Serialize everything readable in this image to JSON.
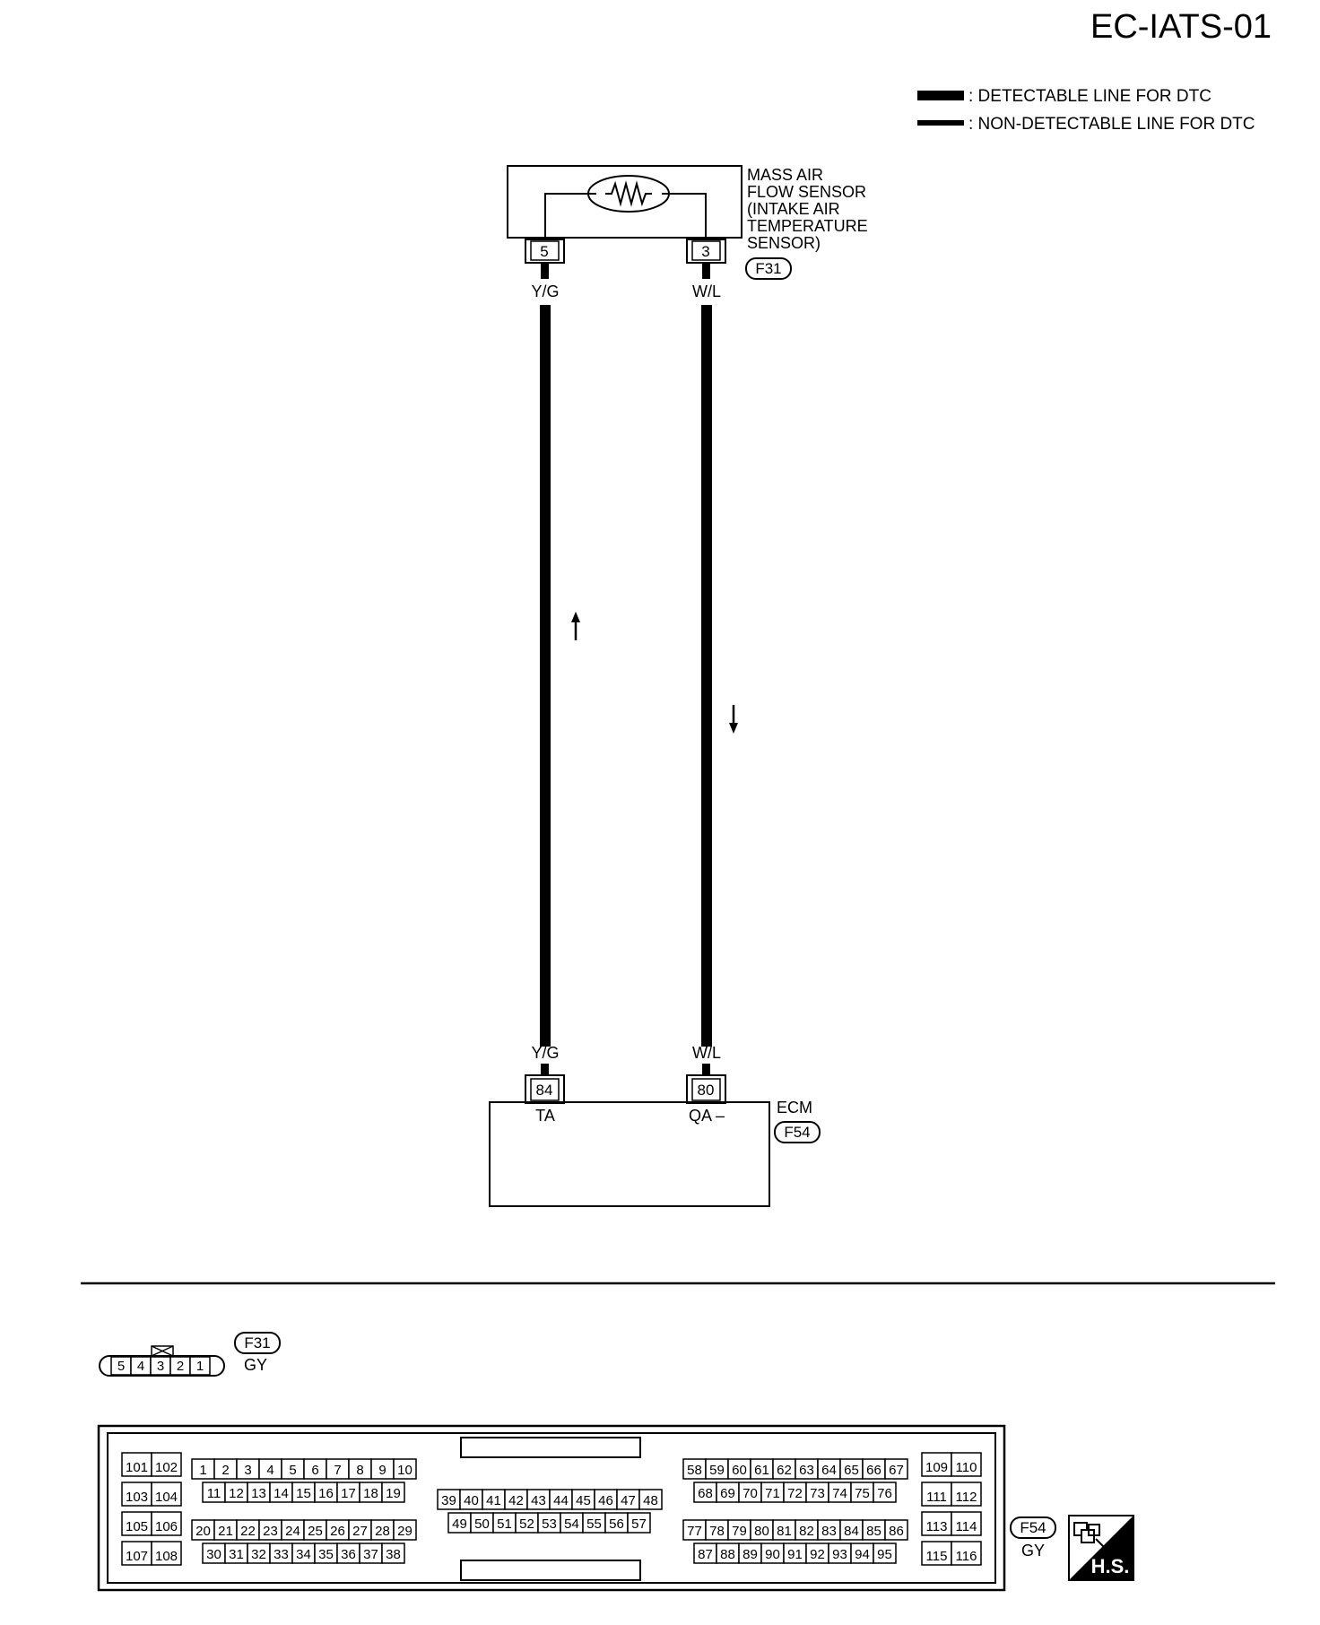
{
  "page_code": "EC-IATS-01",
  "legend": {
    "detectable": ": DETECTABLE LINE FOR DTC",
    "non_detectable": ": NON-DETECTABLE LINE FOR DTC"
  },
  "sensor": {
    "name_lines": [
      "MASS AIR",
      "FLOW SENSOR",
      "(INTAKE AIR",
      "TEMPERATURE",
      "SENSOR)"
    ],
    "connector_id": "F31",
    "pin_left": "5",
    "pin_right": "3"
  },
  "wires": {
    "left_color": "Y/G",
    "right_color": "W/L"
  },
  "ecm": {
    "name": "ECM",
    "connector_id": "F54",
    "pin_left": "84",
    "pin_right": "80",
    "term_left": "TA",
    "term_right": "QA –"
  },
  "f31_connector": {
    "id": "F31",
    "color": "GY",
    "pins": [
      "5",
      "4",
      "3",
      "2",
      "1"
    ]
  },
  "f54_connector": {
    "id": "F54",
    "color": "GY",
    "badge_text": "H.S.",
    "left_block": [
      [
        "101",
        "102"
      ],
      [
        "103",
        "104"
      ],
      [
        "105",
        "106"
      ],
      [
        "107",
        "108"
      ]
    ],
    "right_block": [
      [
        "109",
        "110"
      ],
      [
        "111",
        "112"
      ],
      [
        "113",
        "114"
      ],
      [
        "115",
        "116"
      ]
    ],
    "group1_top": [
      "1",
      "2",
      "3",
      "4",
      "5",
      "6",
      "7",
      "8",
      "9",
      "10"
    ],
    "group1_bottom": [
      "11",
      "12",
      "13",
      "14",
      "15",
      "16",
      "17",
      "18",
      "19"
    ],
    "group2_top": [
      "20",
      "21",
      "22",
      "23",
      "24",
      "25",
      "26",
      "27",
      "28",
      "29"
    ],
    "group2_bottom": [
      "30",
      "31",
      "32",
      "33",
      "34",
      "35",
      "36",
      "37",
      "38"
    ],
    "group3_top": [
      "39",
      "40",
      "41",
      "42",
      "43",
      "44",
      "45",
      "46",
      "47",
      "48"
    ],
    "group3_bottom": [
      "49",
      "50",
      "51",
      "52",
      "53",
      "54",
      "55",
      "56",
      "57"
    ],
    "group4_top": [
      "58",
      "59",
      "60",
      "61",
      "62",
      "63",
      "64",
      "65",
      "66",
      "67"
    ],
    "group4_bottom": [
      "68",
      "69",
      "70",
      "71",
      "72",
      "73",
      "74",
      "75",
      "76"
    ],
    "group5_top": [
      "77",
      "78",
      "79",
      "80",
      "81",
      "82",
      "83",
      "84",
      "85",
      "86"
    ],
    "group5_bottom": [
      "87",
      "88",
      "89",
      "90",
      "91",
      "92",
      "93",
      "94",
      "95"
    ]
  },
  "colors": {
    "ink": "#000000",
    "paper": "#ffffff"
  }
}
